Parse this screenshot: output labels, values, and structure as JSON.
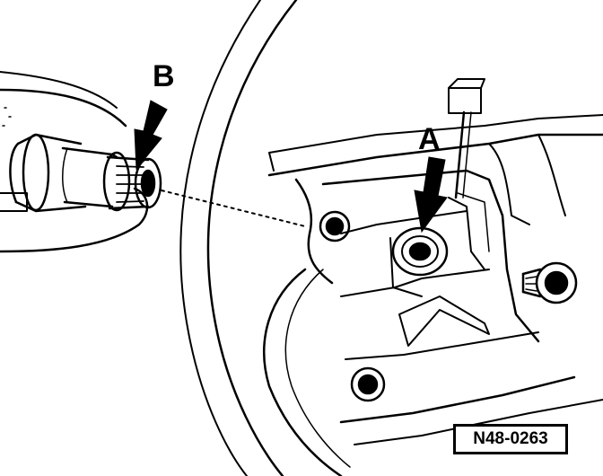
{
  "figure": {
    "callout_b": "B",
    "callout_a": "A",
    "reference_code": "N48-0263"
  },
  "colors": {
    "ink": "#000000",
    "paper": "#ffffff",
    "shade": "#d9d9d9"
  }
}
